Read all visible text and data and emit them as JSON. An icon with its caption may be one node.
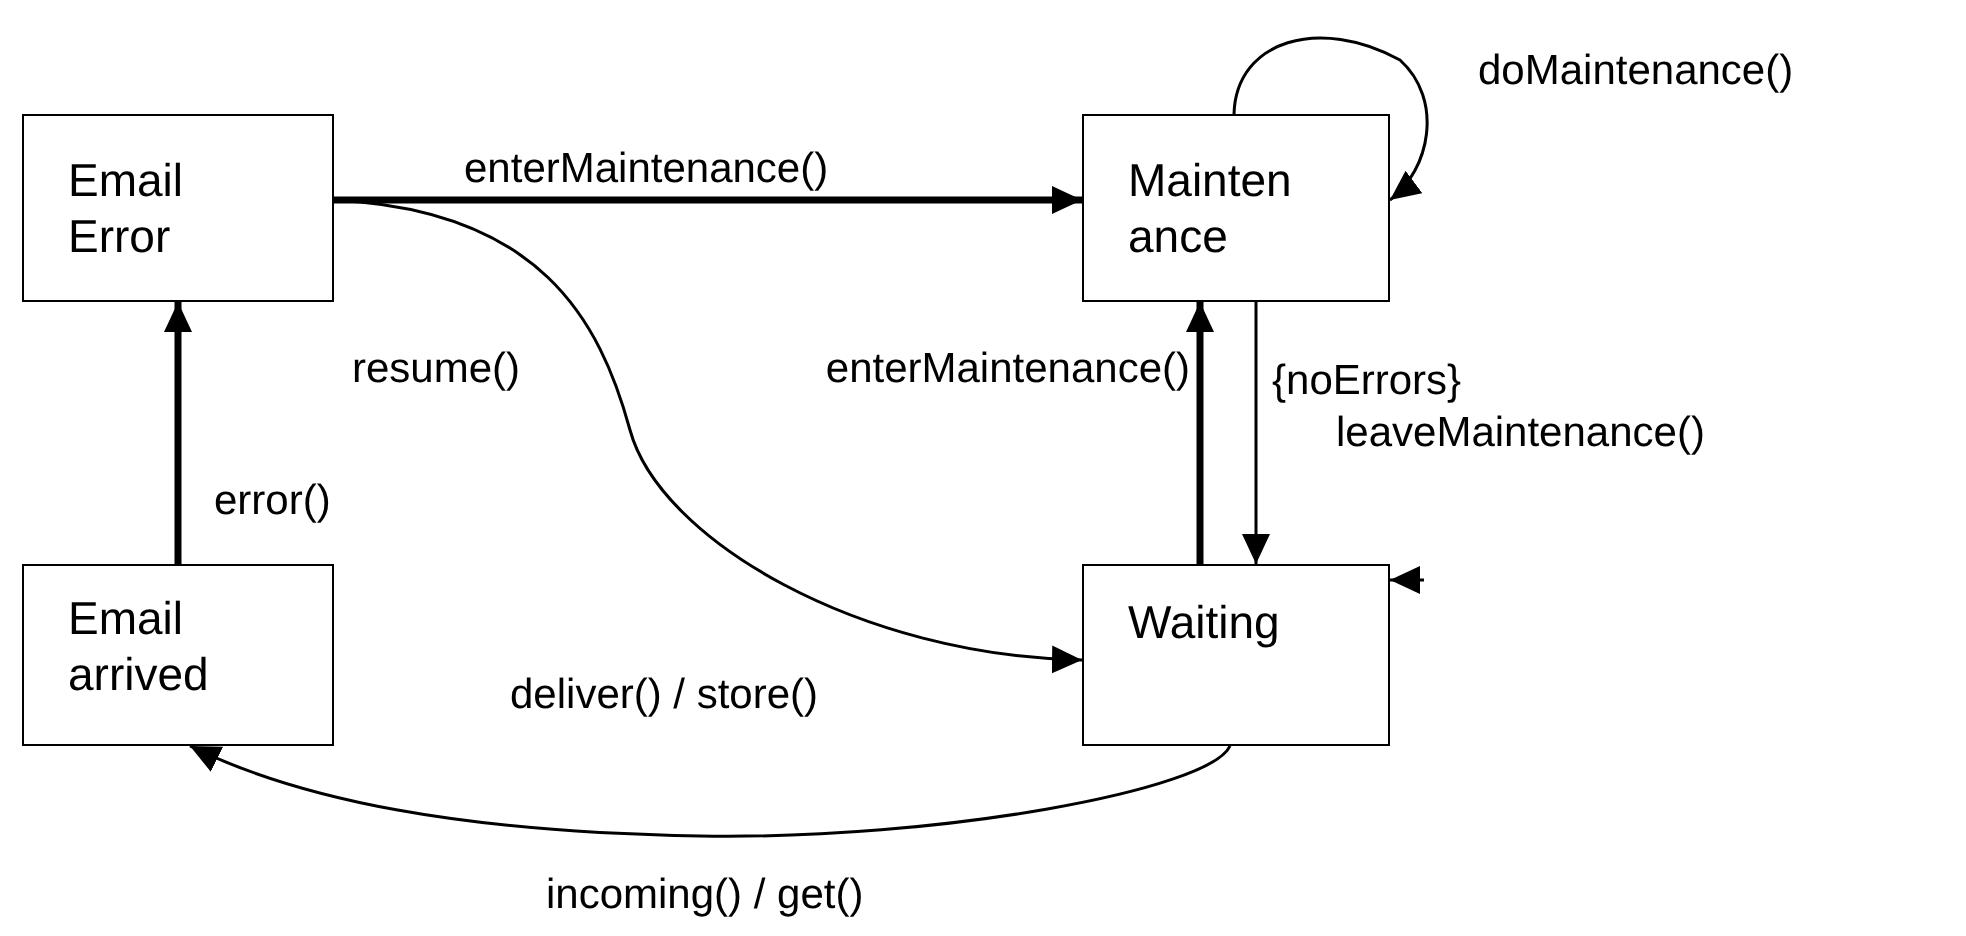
{
  "diagram": {
    "nodes": [
      {
        "text": [
          "Email Error"
        ]
      },
      {
        "text": [
          "Mainten ance"
        ]
      },
      {
        "text": [
          "Email arrived"
        ]
      },
      {
        "text": [
          "Waiting"
        ]
      }
    ],
    "edges": [
      {
        "from": 0,
        "to": 1,
        "arrow": "to",
        "label": "enterMaintenance()",
        "style": "thick"
      },
      {
        "from": 0,
        "to": 3,
        "arrow": "to",
        "label": "resume()"
      },
      {
        "from": 2,
        "to": 0,
        "arrow": "to",
        "label": "error()",
        "style": "thick"
      },
      {
        "from": 3,
        "to": 1,
        "arrow": "to",
        "label": "enterMaintenance()",
        "style": "thick"
      },
      {
        "from": 1,
        "to": 3,
        "arrow": "to",
        "label": "{noErrors} leaveMaintenance()"
      },
      {
        "from": 1,
        "to": 1,
        "arrow": "to",
        "label": "doMaintenance()"
      },
      {
        "from": 3,
        "to": 2,
        "arrow": "to",
        "label": "incoming() / get()"
      },
      {
        "from": null,
        "to": 3,
        "arrow": "to"
      }
    ],
    "labels": [
      "deliver() / store()"
    ]
  }
}
